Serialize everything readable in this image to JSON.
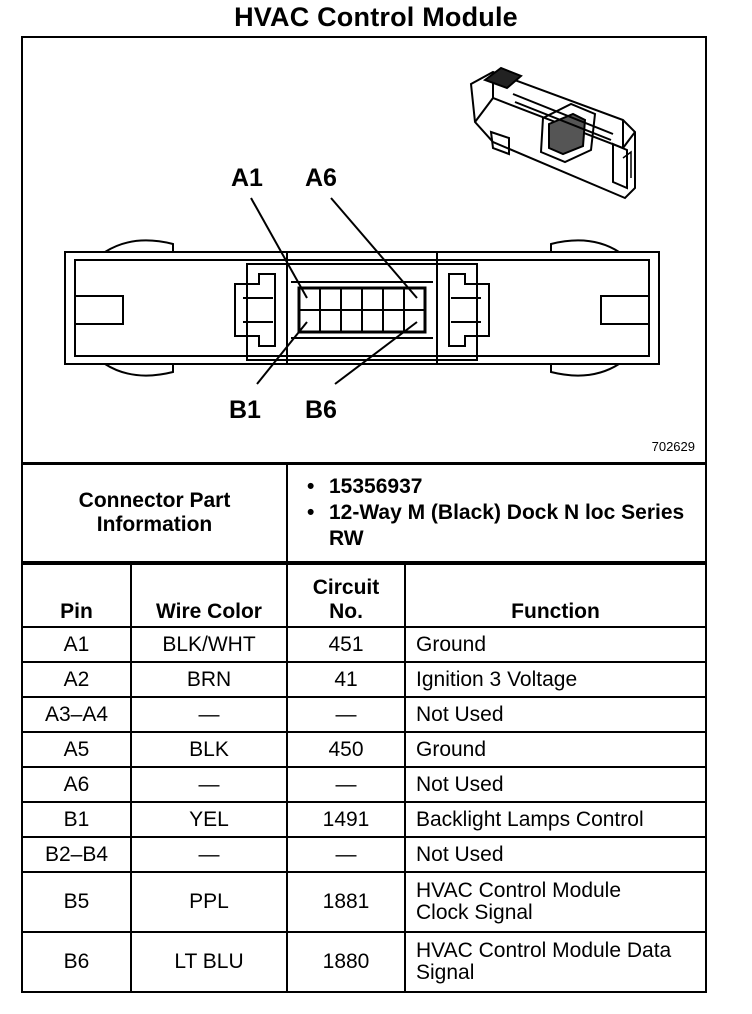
{
  "title": "HVAC Control Module",
  "diagram": {
    "labels": {
      "a1": "A1",
      "a6": "A6",
      "b1": "B1",
      "b6": "B6"
    },
    "figure_id": "702629"
  },
  "connector_info": {
    "label": "Connector Part Information",
    "items": [
      "15356937",
      "12-Way M (Black) Dock N loc Series RW"
    ]
  },
  "pin_table": {
    "headers": {
      "pin": "Pin",
      "wire_color": "Wire Color",
      "circuit": "Circuit No.",
      "function": "Function"
    },
    "rows": [
      {
        "pin": "A1",
        "wire": "BLK/WHT",
        "circuit": "451",
        "function": "Ground"
      },
      {
        "pin": "A2",
        "wire": "BRN",
        "circuit": "41",
        "function": "Ignition 3 Voltage"
      },
      {
        "pin": "A3–A4",
        "wire": "—",
        "circuit": "—",
        "function": "Not Used"
      },
      {
        "pin": "A5",
        "wire": "BLK",
        "circuit": "450",
        "function": "Ground"
      },
      {
        "pin": "A6",
        "wire": "—",
        "circuit": "—",
        "function": "Not Used"
      },
      {
        "pin": "B1",
        "wire": "YEL",
        "circuit": "1491",
        "function": "Backlight Lamps Control"
      },
      {
        "pin": "B2–B4",
        "wire": "—",
        "circuit": "—",
        "function": "Not Used"
      },
      {
        "pin": "B5",
        "wire": "PPL",
        "circuit": "1881",
        "function": "HVAC Control Module Clock Signal"
      },
      {
        "pin": "B6",
        "wire": "LT BLU",
        "circuit": "1880",
        "function": "HVAC Control Module Data Signal"
      }
    ]
  }
}
